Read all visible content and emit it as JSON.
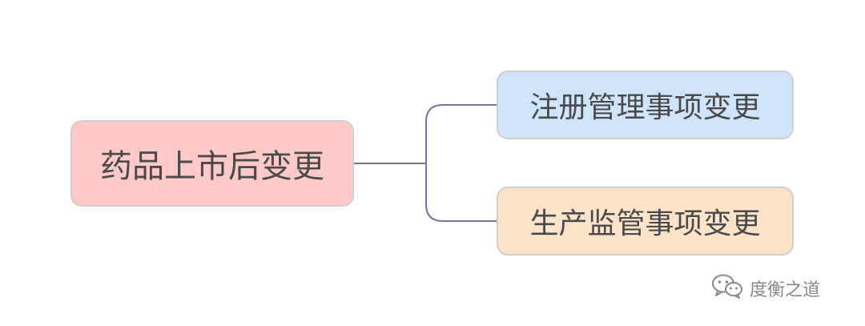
{
  "mindmap": {
    "root": {
      "label": "药品上市后变更"
    },
    "children": [
      {
        "label": "注册管理事项变更"
      },
      {
        "label": "生产监管事项变更"
      }
    ]
  },
  "watermark": {
    "icon": "wechat-icon",
    "text": "度衡之道"
  },
  "colors": {
    "root_fill": "#ffc9c9",
    "child1_fill": "#cfe5fb",
    "child2_fill": "#fde4c8",
    "border": "#cfcfcf",
    "connector": "#7a6fa6",
    "text": "#4a4a4a"
  }
}
